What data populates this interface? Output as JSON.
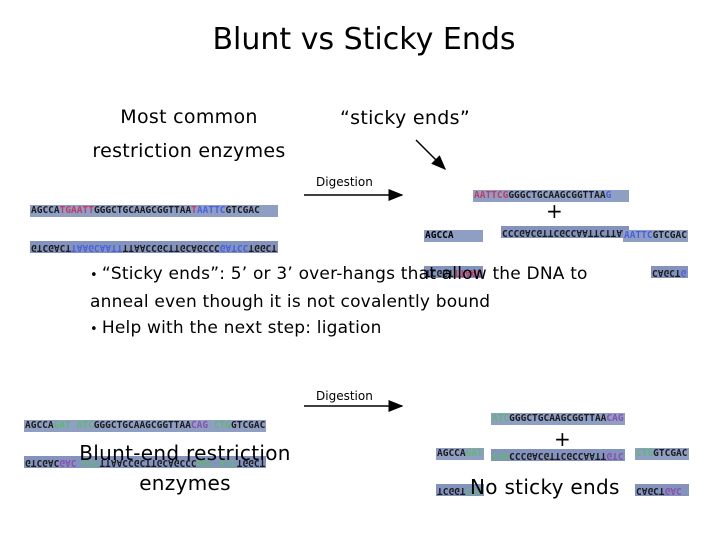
{
  "title": "Blunt vs Sticky Ends",
  "top": {
    "left_heading_line1": "Most common",
    "left_heading_line2": "restriction enzymes",
    "sticky_label": "“sticky ends”",
    "digestion_label": "Digestion",
    "plus": "+",
    "input_dna": {
      "top": [
        [
          "k",
          "AGCCA"
        ],
        [
          "r",
          "TGAATT"
        ],
        [
          "k",
          "GGGCTGCAAGCGGTTAA"
        ],
        [
          "r",
          "T"
        ],
        [
          "b",
          "AATTC"
        ],
        [
          "k",
          "GTCGAC"
        ]
      ],
      "bottom": [
        [
          "k",
          "GTCGACT"
        ],
        [
          "b",
          "TAAGC"
        ],
        [
          "b",
          "AATT"
        ],
        [
          "k",
          "TTAACCGCTTGCAGCCC"
        ],
        [
          "b",
          "GATCC"
        ],
        [
          "k",
          "TGGCT"
        ]
      ]
    },
    "product_middle": {
      "top": [
        [
          "r",
          "AATTCG"
        ],
        [
          "k",
          "GGGCTGCAAGCGGTTAA"
        ],
        [
          "b",
          "G"
        ]
      ],
      "bottom": [
        [
          "k",
          "CCCGACGTTCGCCAATTCTTAA"
        ]
      ]
    },
    "product_left": {
      "top": "AGCCA",
      "bottom": [
        [
          "k",
          "TCGGT"
        ],
        [
          "r",
          "TTAAG"
        ]
      ]
    },
    "product_right": {
      "top": [
        [
          "b",
          "AATTC"
        ],
        [
          "k",
          "GTCGAC"
        ]
      ],
      "bottom": [
        [
          "k",
          "CAGCT"
        ],
        [
          "b",
          "G"
        ]
      ]
    }
  },
  "bullets": [
    "“Sticky ends”: 5’ or 3’ over-hangs that allow the DNA to",
    "anneal even though it is not covalently bound",
    "Help with the next step: ligation"
  ],
  "bottom": {
    "digestion_label": "Digestion",
    "plus": "+",
    "left_heading_line1": "Blunt-end restriction",
    "left_heading_line2": "enzymes",
    "right_heading": "No sticky ends",
    "input_dna": {
      "top": [
        [
          "k",
          "AGCCA"
        ],
        [
          "g",
          "GAT"
        ],
        [
          "k",
          " "
        ],
        [
          "g",
          "ATC"
        ],
        [
          "k",
          "GGGCTGCAAGCGGTTAA"
        ],
        [
          "p",
          "CAG"
        ],
        [
          "k",
          " "
        ],
        [
          "g",
          "CTG"
        ],
        [
          "k",
          "GTCGAC"
        ]
      ],
      "bottom": [
        [
          "k",
          "GTCGAC"
        ],
        [
          "p",
          "GAC"
        ],
        [
          "k",
          " "
        ],
        [
          "g",
          "GTC"
        ],
        [
          "k",
          "TTAACCGCTTGCAGCCC"
        ],
        [
          "g",
          "GAT"
        ],
        [
          "k",
          " "
        ],
        [
          "g",
          "ATC"
        ],
        [
          "k",
          "TGGCT"
        ]
      ]
    },
    "product_middle": {
      "top": [
        [
          "g",
          "ATC"
        ],
        [
          "k",
          "GGGCTGCAAGCGGTTAA"
        ],
        [
          "p",
          "CAG"
        ]
      ],
      "bottom": [
        [
          "g",
          "TAG"
        ],
        [
          "k",
          "CCCGACGTTCGCCAATT"
        ],
        [
          "p",
          "GTC"
        ]
      ]
    },
    "product_left": {
      "top": [
        [
          "k",
          "AGCCA"
        ],
        [
          "g",
          "GAT"
        ]
      ],
      "bottom": [
        [
          "k",
          "TCGGT"
        ],
        [
          "g",
          "CTA"
        ]
      ]
    },
    "product_right": {
      "top": [
        [
          "g",
          "CTG"
        ],
        [
          "k",
          "GTCGAC"
        ]
      ],
      "bottom": [
        [
          "k",
          "CAGCT"
        ],
        [
          "p",
          "GAC"
        ]
      ]
    }
  }
}
